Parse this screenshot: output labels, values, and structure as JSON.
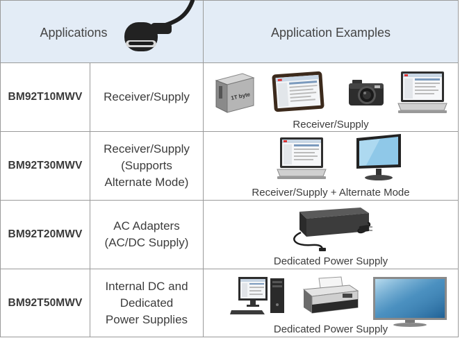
{
  "header": {
    "applications": "Applications",
    "examples": "Application Examples"
  },
  "rows": [
    {
      "model": "BM92T10MWV",
      "application": "Receiver/Supply",
      "caption": "Receiver/Supply",
      "devices": [
        "hard-drive-icon",
        "tablet-icon",
        "camera-icon",
        "laptop-icon"
      ]
    },
    {
      "model": "BM92T30MWV",
      "application": "Receiver/Supply\n(Supports\nAlternate Mode)",
      "caption": "Receiver/Supply + Alternate Mode",
      "devices": [
        "laptop-icon",
        "monitor-icon"
      ]
    },
    {
      "model": "BM92T20MWV",
      "application": "AC Adapters\n(AC/DC Supply)",
      "caption": "Dedicated Power Supply",
      "devices": [
        "ac-adapter-icon"
      ]
    },
    {
      "model": "BM92T50MWV",
      "application": "Internal DC and\nDedicated\nPower Supplies",
      "caption": "Dedicated Power Supply",
      "devices": [
        "desktop-pc-icon",
        "printer-icon",
        "tv-icon"
      ]
    }
  ],
  "icon_labels": {
    "hard_drive": "1T byte"
  },
  "colors": {
    "header_bg": "#e3ecf6",
    "border": "#9a9a9a"
  }
}
